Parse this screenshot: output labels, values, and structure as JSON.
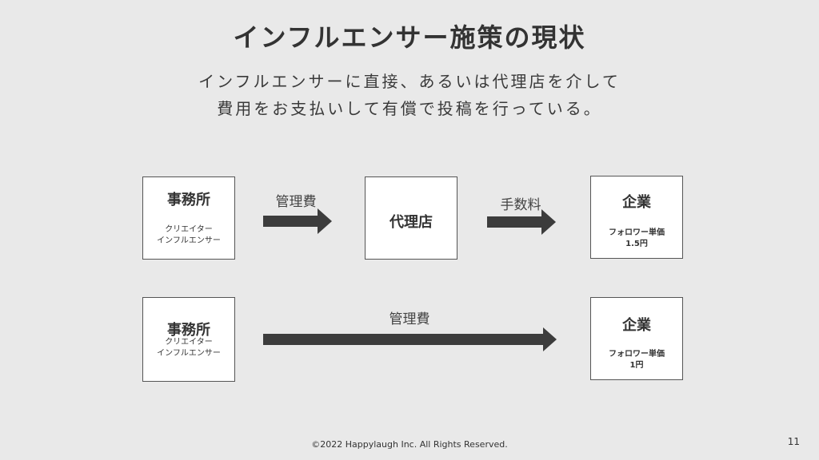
{
  "slide": {
    "title": "インフルエンサー施策の現状",
    "subtitle_line1": "インフルエンサーに直接、あるいは代理店を介して",
    "subtitle_line2": "費用をお支払いして有償で投稿を行っている。"
  },
  "diagram": {
    "row1": {
      "agency_office": {
        "title": "事務所",
        "note_line1": "クリエイター",
        "note_line2": "インフルエンサー"
      },
      "arrow1_label": "管理費",
      "middle_agent": {
        "title": "代理店"
      },
      "arrow2_label": "手数料",
      "company": {
        "title": "企業",
        "note_line1": "フォロワー単価",
        "note_line2": "1.5円"
      }
    },
    "row2": {
      "agency_office": {
        "title": "事務所",
        "note_line1": "クリエイター",
        "note_line2": "インフルエンサー"
      },
      "arrow_label": "管理費",
      "company": {
        "title": "企業",
        "note_line1": "フォロワー単価",
        "note_line2": "1円"
      }
    }
  },
  "footer": {
    "copyright": "©2022 Happylaugh Inc. All Rights Reserved.",
    "page_number": "11"
  },
  "colors": {
    "background": "#e9e9e9",
    "arrow": "#3c3c3c",
    "box_fill": "#ffffff",
    "box_border": "#555555"
  }
}
